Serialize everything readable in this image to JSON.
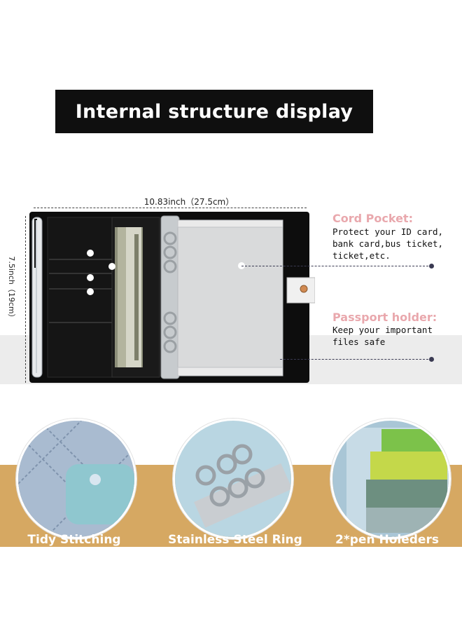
{
  "title": "Internal structure display",
  "dimensions": {
    "width_label": "10.83inch（27.5cm）",
    "height_label": "7.5inch（19cm）"
  },
  "callouts": [
    {
      "title": "Cord Pocket:",
      "description": "Protect your ID card,\nbank card,bus ticket,\nticket,etc."
    },
    {
      "title": "Passport holder:",
      "description": "Keep your important\nfiles safe"
    }
  ],
  "features": [
    {
      "caption": "Tidy Stitching"
    },
    {
      "caption": "Stainless Steel Ring"
    },
    {
      "caption": "2*pen Holeders"
    }
  ],
  "colors": {
    "callout_title": "#e9a8ad",
    "binder_leather": "#0d0d0d",
    "band_tan": "#d6a862",
    "band_grey": "#ececec",
    "title_bg": "#0f0f0f"
  }
}
